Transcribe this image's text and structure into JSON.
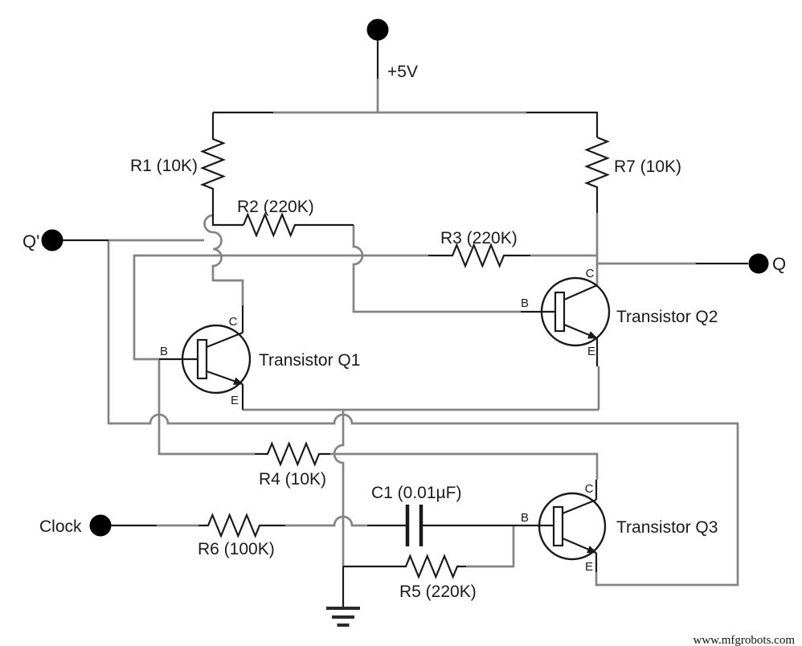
{
  "diagram": {
    "power_label": "+5V",
    "output_q_label": "Q",
    "output_qbar_label": "Q'",
    "clock_label": "Clock",
    "watermark": "www.mfgrobots.com",
    "resistors": [
      {
        "id": "R1",
        "value": "10K",
        "label": "R1 (10K)"
      },
      {
        "id": "R2",
        "value": "220K",
        "label": "R2 (220K)"
      },
      {
        "id": "R3",
        "value": "220K",
        "label": "R3 (220K)"
      },
      {
        "id": "R4",
        "value": "10K",
        "label": "R4 (10K)"
      },
      {
        "id": "R5",
        "value": "220K",
        "label": "R5 (220K)"
      },
      {
        "id": "R6",
        "value": "100K",
        "label": "R6 (100K)"
      },
      {
        "id": "R7",
        "value": "10K",
        "label": "R7 (10K)"
      }
    ],
    "capacitors": [
      {
        "id": "C1",
        "value": "0.01µF",
        "label": "C1 (0.01µF)"
      }
    ],
    "transistors": [
      {
        "id": "Q1",
        "label": "Transistor Q1",
        "pins": {
          "b": "B",
          "c": "C",
          "e": "E"
        }
      },
      {
        "id": "Q2",
        "label": "Transistor Q2",
        "pins": {
          "b": "B",
          "c": "C",
          "e": "E"
        }
      },
      {
        "id": "Q3",
        "label": "Transistor Q3",
        "pins": {
          "b": "B",
          "c": "C",
          "e": "E"
        }
      }
    ],
    "colors": {
      "wire": "#1a1a1a",
      "wire_alt": "#848484",
      "terminal": "#000000",
      "ground": "#2a2a2a",
      "background": "#ffffff"
    }
  }
}
